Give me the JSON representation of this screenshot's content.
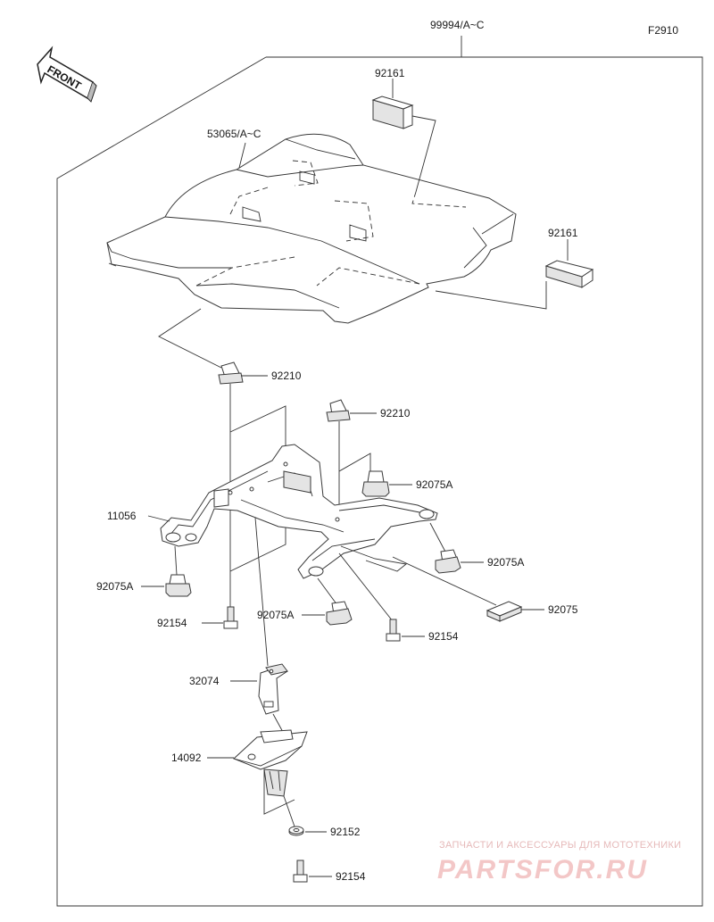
{
  "diagram": {
    "figure_code": "F2910",
    "direction_label": "FRONT",
    "labels": {
      "assembly": "99994/A~C",
      "seat_cover": "53065/A~C",
      "pad_top": "92161",
      "pad_right": "92161",
      "nut_left": "92210",
      "nut_right": "92210",
      "bracket": "11056",
      "damper_right_top": "92075A",
      "damper_left": "92075A",
      "damper_right_mid": "92075A",
      "damper_center": "92075A",
      "rubber_pad": "92075",
      "bolt_left": "92154",
      "bolt_right": "92154",
      "stay": "32074",
      "holder": "14092",
      "washer": "92152",
      "bolt_bottom": "92154"
    }
  },
  "watermark": {
    "caption": "ЗАПЧАСТИ И АКСЕССУАРЫ ДЛЯ МОТОТЕХНИКИ",
    "brand": "PARTSFOR.RU"
  }
}
